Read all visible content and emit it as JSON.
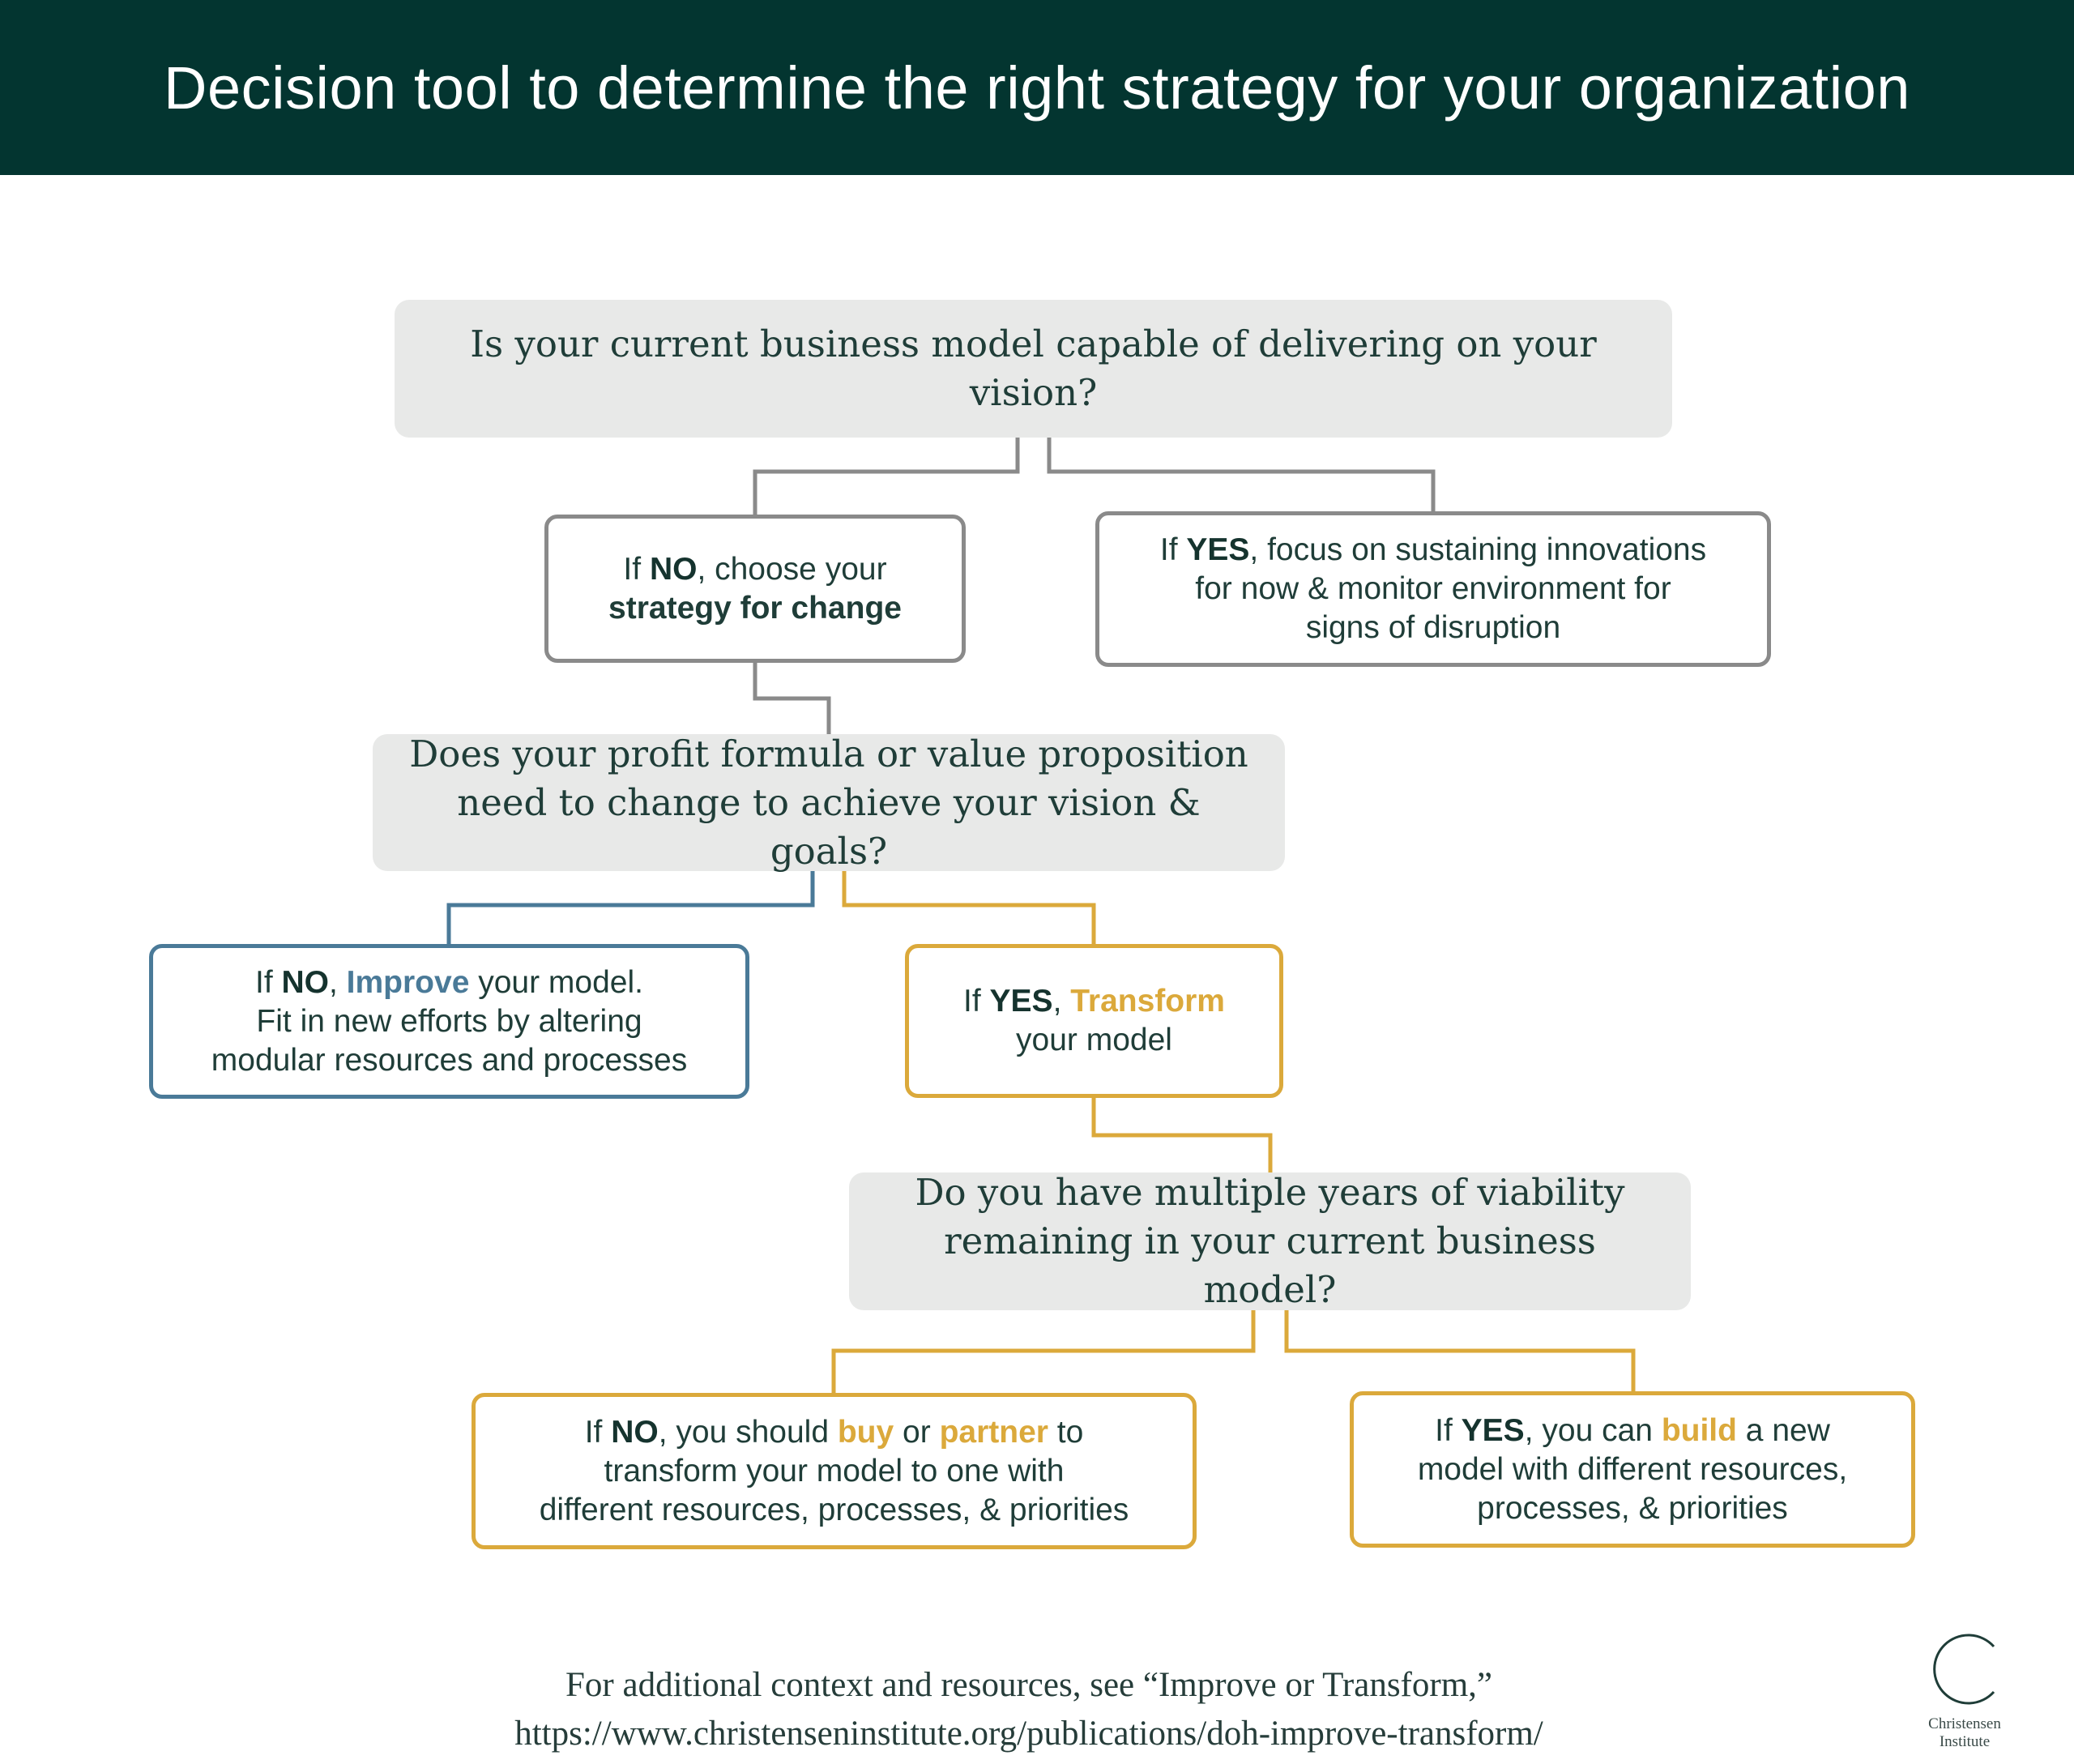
{
  "title": "Decision tool to determine the right strategy for your organization",
  "questions": {
    "q1": "Is your current business model capable of delivering on your vision?",
    "q2_line1": "Does your profit formula or value proposition",
    "q2_line2": "need to change to achieve your vision & goals?",
    "q3_line1": "Do you have multiple years of viability",
    "q3_line2": "remaining in your current business model?"
  },
  "answers": {
    "a1_no": {
      "if": "If ",
      "kw": "NO",
      "rest1": ", choose your",
      "rest2": "strategy for change"
    },
    "a1_yes": {
      "if": "If ",
      "kw": "YES",
      "rest1": ", focus on sustaining innovations",
      "rest2": "for now & monitor environment for",
      "rest3": "signs of disruption"
    },
    "a2_no": {
      "if": "If ",
      "kw": "NO",
      "sep": ", ",
      "hl": "Improve",
      "rest1": " your model.",
      "rest2": "Fit in new efforts by altering",
      "rest3": "modular resources and processes"
    },
    "a2_yes": {
      "if": "If ",
      "kw": "YES",
      "sep": ", ",
      "hl": "Transform",
      "rest2": "your model"
    },
    "a3_no": {
      "if": "If ",
      "kw": "NO",
      "mid": ", you should ",
      "hl1": "buy",
      "or": " or ",
      "hl2": "partner",
      "rest1": " to",
      "rest2": "transform your model to one with",
      "rest3": "different resources, processes, & priorities"
    },
    "a3_yes": {
      "if": "If ",
      "kw": "YES",
      "mid": ", you can ",
      "hl": "build",
      "rest1": " a new",
      "rest2": "model with different resources,",
      "rest3": "processes, & priorities"
    }
  },
  "footer": {
    "line1": "For additional context and resources, see “Improve or Transform,”",
    "line2": "https://www.christenseninstitute.org/publications/doh-improve-transform/"
  },
  "logo": {
    "line1": "Christensen",
    "line2": "Institute"
  },
  "colors": {
    "header_bg": "#033530",
    "question_bg": "#e8e9e8",
    "gray": "#8a8a8a",
    "blue": "#4a7a98",
    "gold": "#dba93b",
    "text": "#1f3d38"
  }
}
